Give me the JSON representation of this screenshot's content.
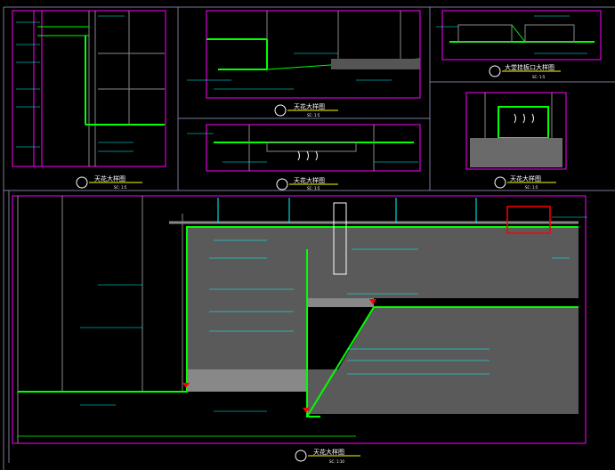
{
  "colors": {
    "background": "#000000",
    "frame": "#ff00ff",
    "dim": "#00ff00",
    "leader": "#00ffff",
    "concrete": "#ffffff",
    "wall": "#ff0000",
    "title": "#ffff00",
    "outline": "#888888"
  },
  "views": [
    {
      "title": "天花大样图",
      "scale": "SC: 1:5"
    },
    {
      "title": "天花大样图",
      "scale": "SC: 1:5"
    },
    {
      "title": "大堂挂板口大样图",
      "scale": "SC: 1:5"
    },
    {
      "title": "天花大样图",
      "scale": "SC: 1:5"
    },
    {
      "title": "天花大样图",
      "scale": "SC: 1:5"
    },
    {
      "title": "天花大样图",
      "scale": "SC: 1:10"
    }
  ],
  "icons": {
    "section_marker": "section-circle-icon",
    "level_marker": "elevation-triangle-icon",
    "airflow": "airflow-arrow-icon"
  }
}
